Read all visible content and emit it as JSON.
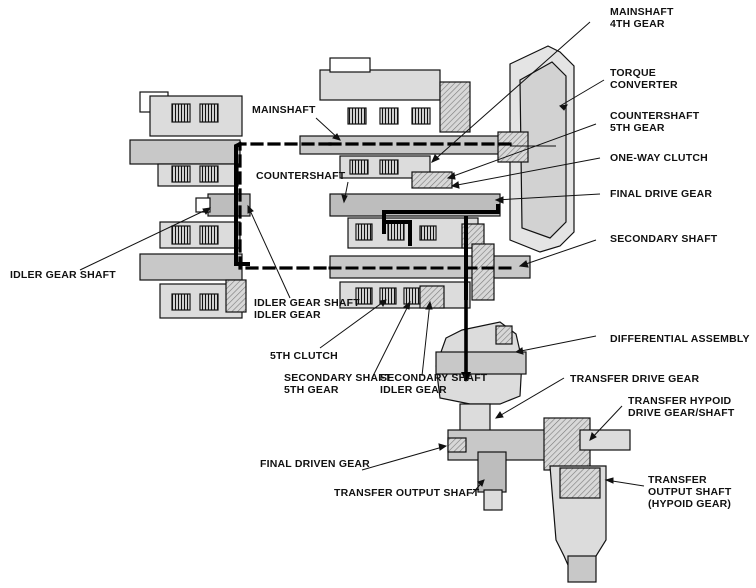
{
  "colors": {
    "ink": "#111111",
    "shade": "#cfcfcf",
    "shade_dark": "#8a8a8a",
    "background": "#ffffff"
  },
  "labels": {
    "mainshaft_4th_gear": [
      "MAINSHAFT",
      "4TH GEAR"
    ],
    "torque_converter": [
      "TORQUE",
      "CONVERTER"
    ],
    "mainshaft": "MAINSHAFT",
    "countershaft_5th_gear": [
      "COUNTERSHAFT",
      "5TH GEAR"
    ],
    "one_way_clutch": "ONE-WAY CLUTCH",
    "countershaft": "COUNTERSHAFT",
    "final_drive_gear": "FINAL DRIVE GEAR",
    "secondary_shaft": "SECONDARY SHAFT",
    "idler_gear_shaft": "IDLER GEAR SHAFT",
    "idler_gear_shaft_idler_gear": [
      "IDLER GEAR SHAFT",
      "IDLER GEAR"
    ],
    "differential_assembly": "DIFFERENTIAL ASSEMBLY",
    "fifth_clutch": "5TH CLUTCH",
    "secondary_shaft_5th_gear": [
      "SECONDARY SHAFT",
      "5TH GEAR"
    ],
    "secondary_shaft_idler_gear": [
      "SECONDARY SHAFT",
      "IDLER GEAR"
    ],
    "transfer_drive_gear": "TRANSFER DRIVE GEAR",
    "transfer_hypoid_drive_gear_shaft": [
      "TRANSFER HYPOID",
      "DRIVE GEAR/SHAFT"
    ],
    "final_driven_gear": "FINAL DRIVEN GEAR",
    "transfer_output_shaft": "TRANSFER OUTPUT SHAFT",
    "transfer_output_shaft_hypoid_gear": [
      "TRANSFER",
      "OUTPUT SHAFT",
      "(HYPOID GEAR)"
    ]
  }
}
